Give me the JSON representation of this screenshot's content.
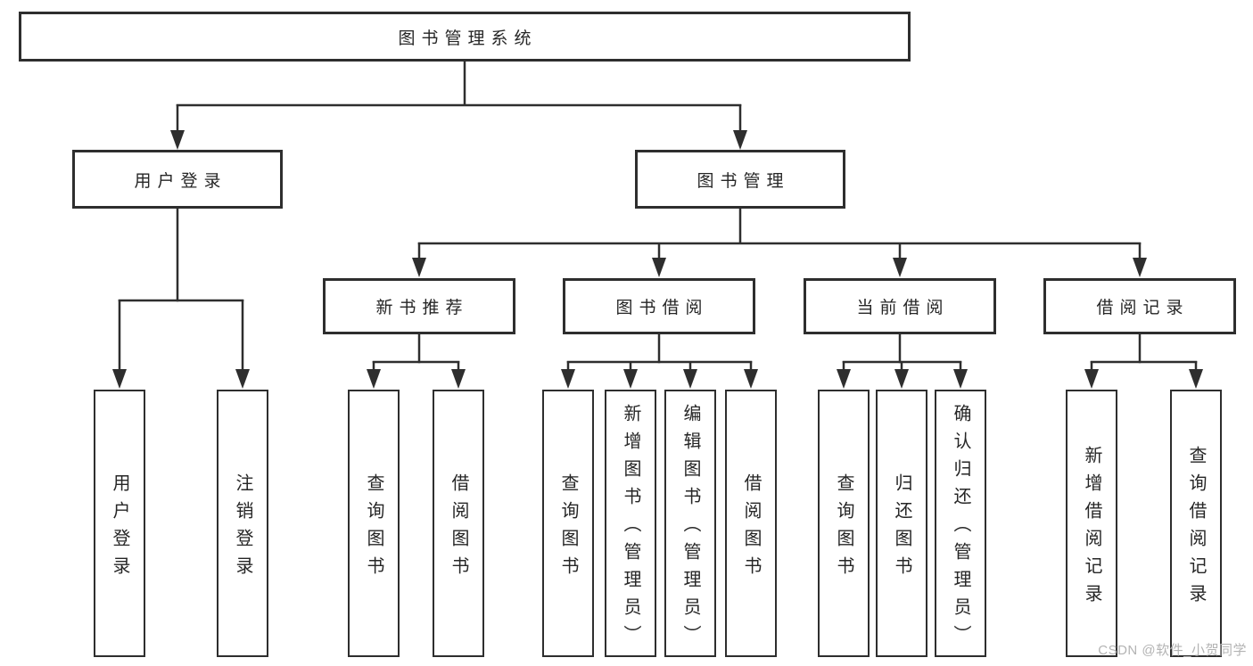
{
  "diagram": {
    "root": {
      "label": "图书管理系统"
    },
    "level2": [
      {
        "id": "user-login",
        "label": "用户登录"
      },
      {
        "id": "book-management",
        "label": "图书管理"
      }
    ],
    "level3": [
      {
        "id": "new-book-recommend",
        "label": "新书推荐"
      },
      {
        "id": "book-borrowing",
        "label": "图书借阅"
      },
      {
        "id": "current-borrowing",
        "label": "当前借阅"
      },
      {
        "id": "borrowing-records",
        "label": "借阅记录"
      }
    ],
    "leaves": {
      "user_login": [
        "用户登录",
        "注销登录"
      ],
      "new_book_recommend": [
        "查询图书",
        "借阅图书"
      ],
      "book_borrowing": [
        "查询图书",
        "新增图书（管理员）",
        "编辑图书（管理员）",
        "借阅图书"
      ],
      "current_borrowing": [
        "查询图书",
        "归还图书",
        "确认归还（管理员）"
      ],
      "borrowing_records": [
        "新增借阅记录",
        "查询借阅记录"
      ]
    },
    "watermark": "CSDN @软件_小贺同学",
    "colors": {
      "line": "#2e2e2e",
      "box_border": "#2e2e2e",
      "text": "#262626",
      "watermark": "#b3b3b3",
      "background": "#ffffff"
    }
  }
}
